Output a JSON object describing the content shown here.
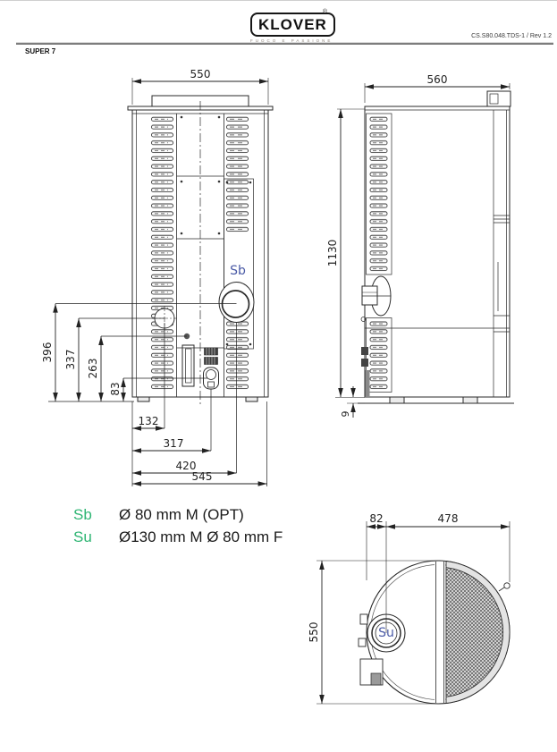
{
  "header": {
    "brand": "KLOVER",
    "brand_registered": "®",
    "brand_tagline": "FUOCO E PASSIONE",
    "doc_ref": "CS.S80.048.TDS-1 / Rev 1.2",
    "model": "SUPER 7"
  },
  "colors": {
    "accent_green": "#2eb573",
    "label_blue": "#4a5aa6",
    "line": "#2a2a2a"
  },
  "front_view": {
    "dim_width_top": "550",
    "dims_left": [
      "396",
      "337",
      "263",
      "83"
    ],
    "dims_bottom": [
      "132",
      "317",
      "420",
      "545"
    ],
    "port_label": "Sb"
  },
  "side_view": {
    "dim_depth_top": "560",
    "dim_height": "1130",
    "dim_base": "9"
  },
  "top_view": {
    "dim_offset": "82",
    "dim_remaining": "478",
    "dim_diameter": "550",
    "port_label": "Su"
  },
  "legend": {
    "items": [
      {
        "key": "Sb",
        "value": "Ø 80 mm M (OPT)"
      },
      {
        "key": "Su",
        "value": "Ø130 mm M Ø 80 mm F"
      }
    ]
  }
}
